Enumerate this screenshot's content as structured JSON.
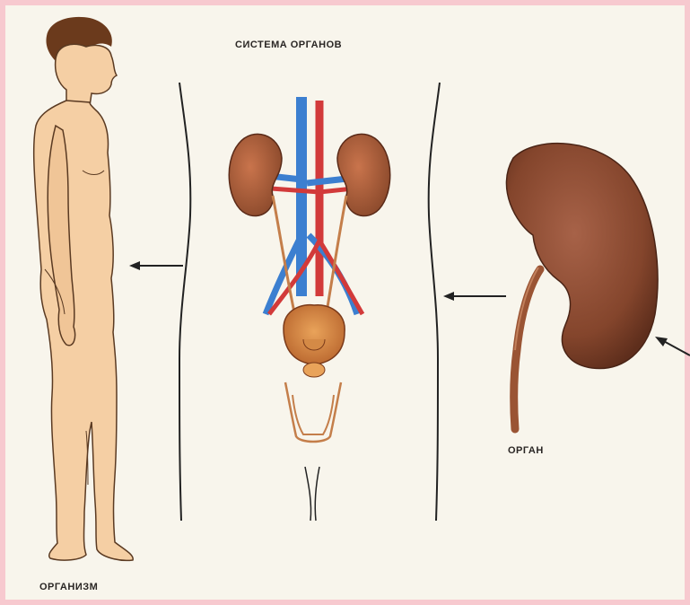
{
  "labels": {
    "organ_system": "СИСТЕМА ОРГАНОВ",
    "organ": "ОРГАН",
    "organism": "ОРГАНИЗМ"
  },
  "colors": {
    "page_border": "#f7c9cf",
    "paper": "#f8f5ec",
    "skin": "#f5cfa4",
    "kidney": "#8a4a30",
    "vein": "#3c7fd0",
    "artery": "#d23a3a",
    "arrow": "#222222"
  }
}
